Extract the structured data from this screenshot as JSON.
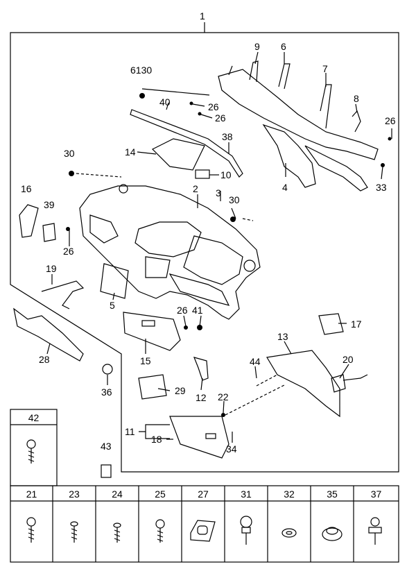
{
  "main_callout": "1",
  "parts": [
    {
      "id": "p9",
      "label": "9"
    },
    {
      "id": "p6",
      "label": "6"
    },
    {
      "id": "p6130",
      "label": "6130"
    },
    {
      "id": "p7",
      "label": "7"
    },
    {
      "id": "p40",
      "label": "40"
    },
    {
      "id": "p26a",
      "label": "26"
    },
    {
      "id": "p26b",
      "label": "26"
    },
    {
      "id": "p8",
      "label": "8"
    },
    {
      "id": "p26c",
      "label": "26"
    },
    {
      "id": "p38",
      "label": "38"
    },
    {
      "id": "p30a",
      "label": "30"
    },
    {
      "id": "p14",
      "label": "14"
    },
    {
      "id": "p10",
      "label": "10"
    },
    {
      "id": "p4",
      "label": "4"
    },
    {
      "id": "p33",
      "label": "33"
    },
    {
      "id": "p16",
      "label": "16"
    },
    {
      "id": "p2",
      "label": "2"
    },
    {
      "id": "p3",
      "label": "3"
    },
    {
      "id": "p39",
      "label": "39"
    },
    {
      "id": "p30b",
      "label": "30"
    },
    {
      "id": "p26d",
      "label": "26"
    },
    {
      "id": "p19",
      "label": "19"
    },
    {
      "id": "p5",
      "label": "5"
    },
    {
      "id": "p26e",
      "label": "26"
    },
    {
      "id": "p41",
      "label": "41"
    },
    {
      "id": "p17",
      "label": "17"
    },
    {
      "id": "p13",
      "label": "13"
    },
    {
      "id": "p28",
      "label": "28"
    },
    {
      "id": "p15",
      "label": "15"
    },
    {
      "id": "p44",
      "label": "44"
    },
    {
      "id": "p20",
      "label": "20"
    },
    {
      "id": "p36",
      "label": "36"
    },
    {
      "id": "p29",
      "label": "29"
    },
    {
      "id": "p12",
      "label": "12"
    },
    {
      "id": "p22",
      "label": "22"
    },
    {
      "id": "p11",
      "label": "11"
    },
    {
      "id": "p18",
      "label": "18"
    },
    {
      "id": "p34",
      "label": "34"
    },
    {
      "id": "p43",
      "label": "43"
    }
  ],
  "fastener_box_single": {
    "label": "42"
  },
  "fastener_table": [
    {
      "label": "21",
      "icon": "screw-icon"
    },
    {
      "label": "23",
      "icon": "screw-icon"
    },
    {
      "label": "24",
      "icon": "screw-icon"
    },
    {
      "label": "25",
      "icon": "screw-icon"
    },
    {
      "label": "27",
      "icon": "grommet-icon"
    },
    {
      "label": "31",
      "icon": "bolt-icon"
    },
    {
      "label": "32",
      "icon": "clip-icon"
    },
    {
      "label": "35",
      "icon": "grommet-icon"
    },
    {
      "label": "37",
      "icon": "nut-icon"
    }
  ]
}
